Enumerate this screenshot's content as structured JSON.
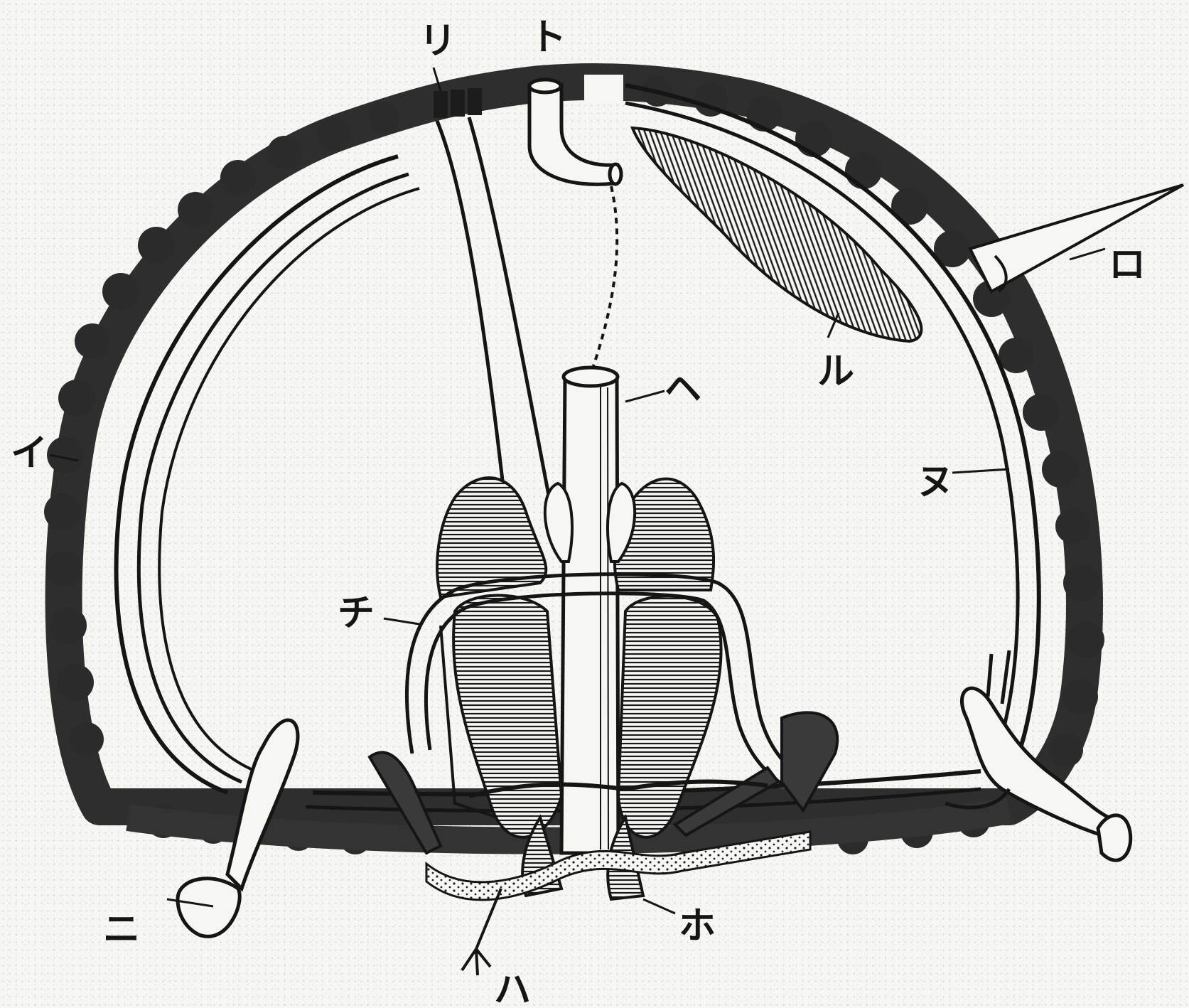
{
  "figure": {
    "labels": {
      "i": "イ",
      "ro": "ロ",
      "ha": "ハ",
      "ni": "ニ",
      "ho": "ホ",
      "he": "ヘ",
      "to": "ト",
      "chi": "チ",
      "ri": "リ",
      "nu": "ヌ",
      "ru": "ル"
    },
    "colors": {
      "ink": "#151515",
      "paper": "#f6f6f3",
      "crust": "#2e2e2e"
    }
  }
}
